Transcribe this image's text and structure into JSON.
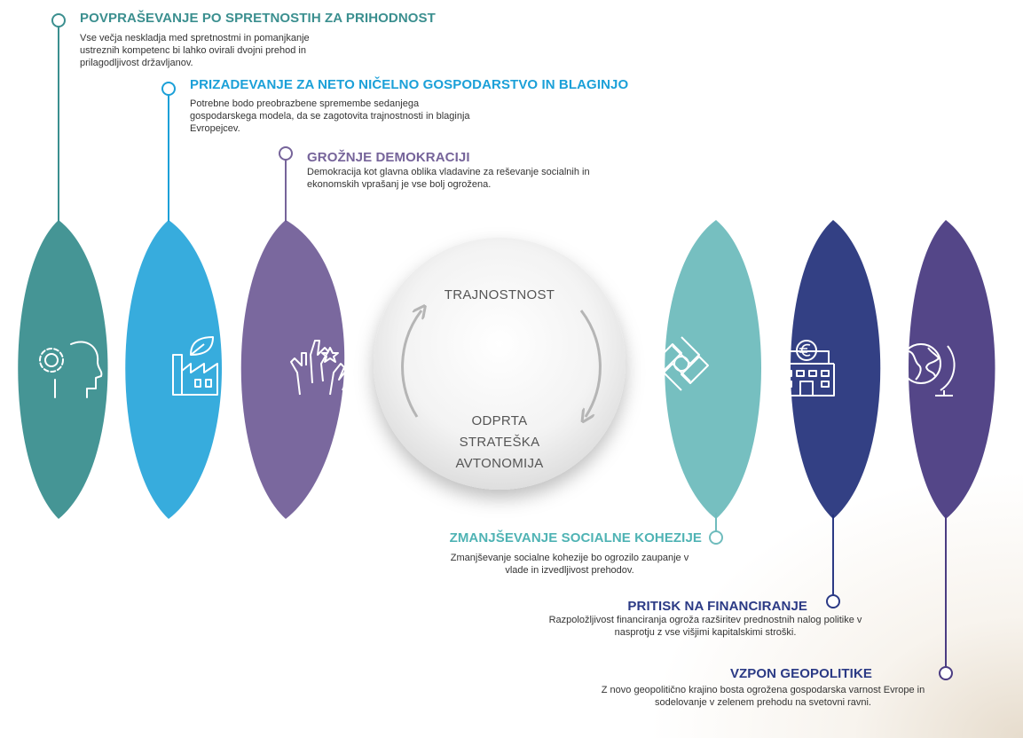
{
  "center": {
    "top_label": "TRAJNOSTNOST",
    "bottom_line1": "ODPRTA",
    "bottom_line2": "STRATEŠKA",
    "bottom_line3": "AVTONOMIJA"
  },
  "left_items": [
    {
      "title": "POVPRAŠEVANJE PO SPRETNOSTIH ZA PRIHODNOST",
      "description": "Vse večja neskladja med spretnostmi in pomanjkanje ustreznih kompetenc bi lahko ovirali dvojni prehod in prilagodljivost državljanov.",
      "color": "#3b8f8f",
      "icon": "head-gear-icon"
    },
    {
      "title": "PRIZADEVANJE ZA NETO NIČELNO GOSPODARSTVO IN BLAGINJO",
      "description": "Potrebne bodo preobrazbene spremembe sedanjega gospodarskega modela, da se zagotovita trajnostnosti in blaginja Evropejcev.",
      "color": "#1ba0d8",
      "icon": "green-factory-icon"
    },
    {
      "title": "GROŽNJE DEMOKRACIJI",
      "description": "Demokracija kot glavna oblika vladavine za reševanje socialnih in ekonomskih vprašanj je vse bolj ogrožena.",
      "color": "#76649a",
      "icon": "raised-hands-icon"
    }
  ],
  "right_items": [
    {
      "title": "ZMANJŠEVANJE SOCIALNE KOHEZIJE",
      "description": "Zmanjševanje socialne kohezije bo ogrozilo zaupanje v vlade in izvedljivost prehodov.",
      "color": "#4fb3b4",
      "icon": "linked-hands-icon"
    },
    {
      "title": "PRITISK NA FINANCIRANJE",
      "description": "Razpoložljivost financiranja ogroža razširitev prednostnih nalog politike v nasprotju z vse višjimi kapitalskimi stroški.",
      "color": "#2b3a85",
      "icon": "euro-bank-icon"
    },
    {
      "title": "VZPON GEOPOLITIKE",
      "description": "Z novo geopolitično krajino bosta ogrožena gospodarska varnost Evrope in sodelovanje v zelenem prehodu na svetovni ravni.",
      "color": "#4b3c82",
      "icon": "globe-icon"
    }
  ],
  "colors": {
    "teal_dark": "#3b8f8f",
    "blue": "#1ba0d8",
    "purple_light": "#76649a",
    "teal_light": "#6fbcbd",
    "navy": "#2b3a85",
    "purple_dark": "#4b3c82"
  }
}
